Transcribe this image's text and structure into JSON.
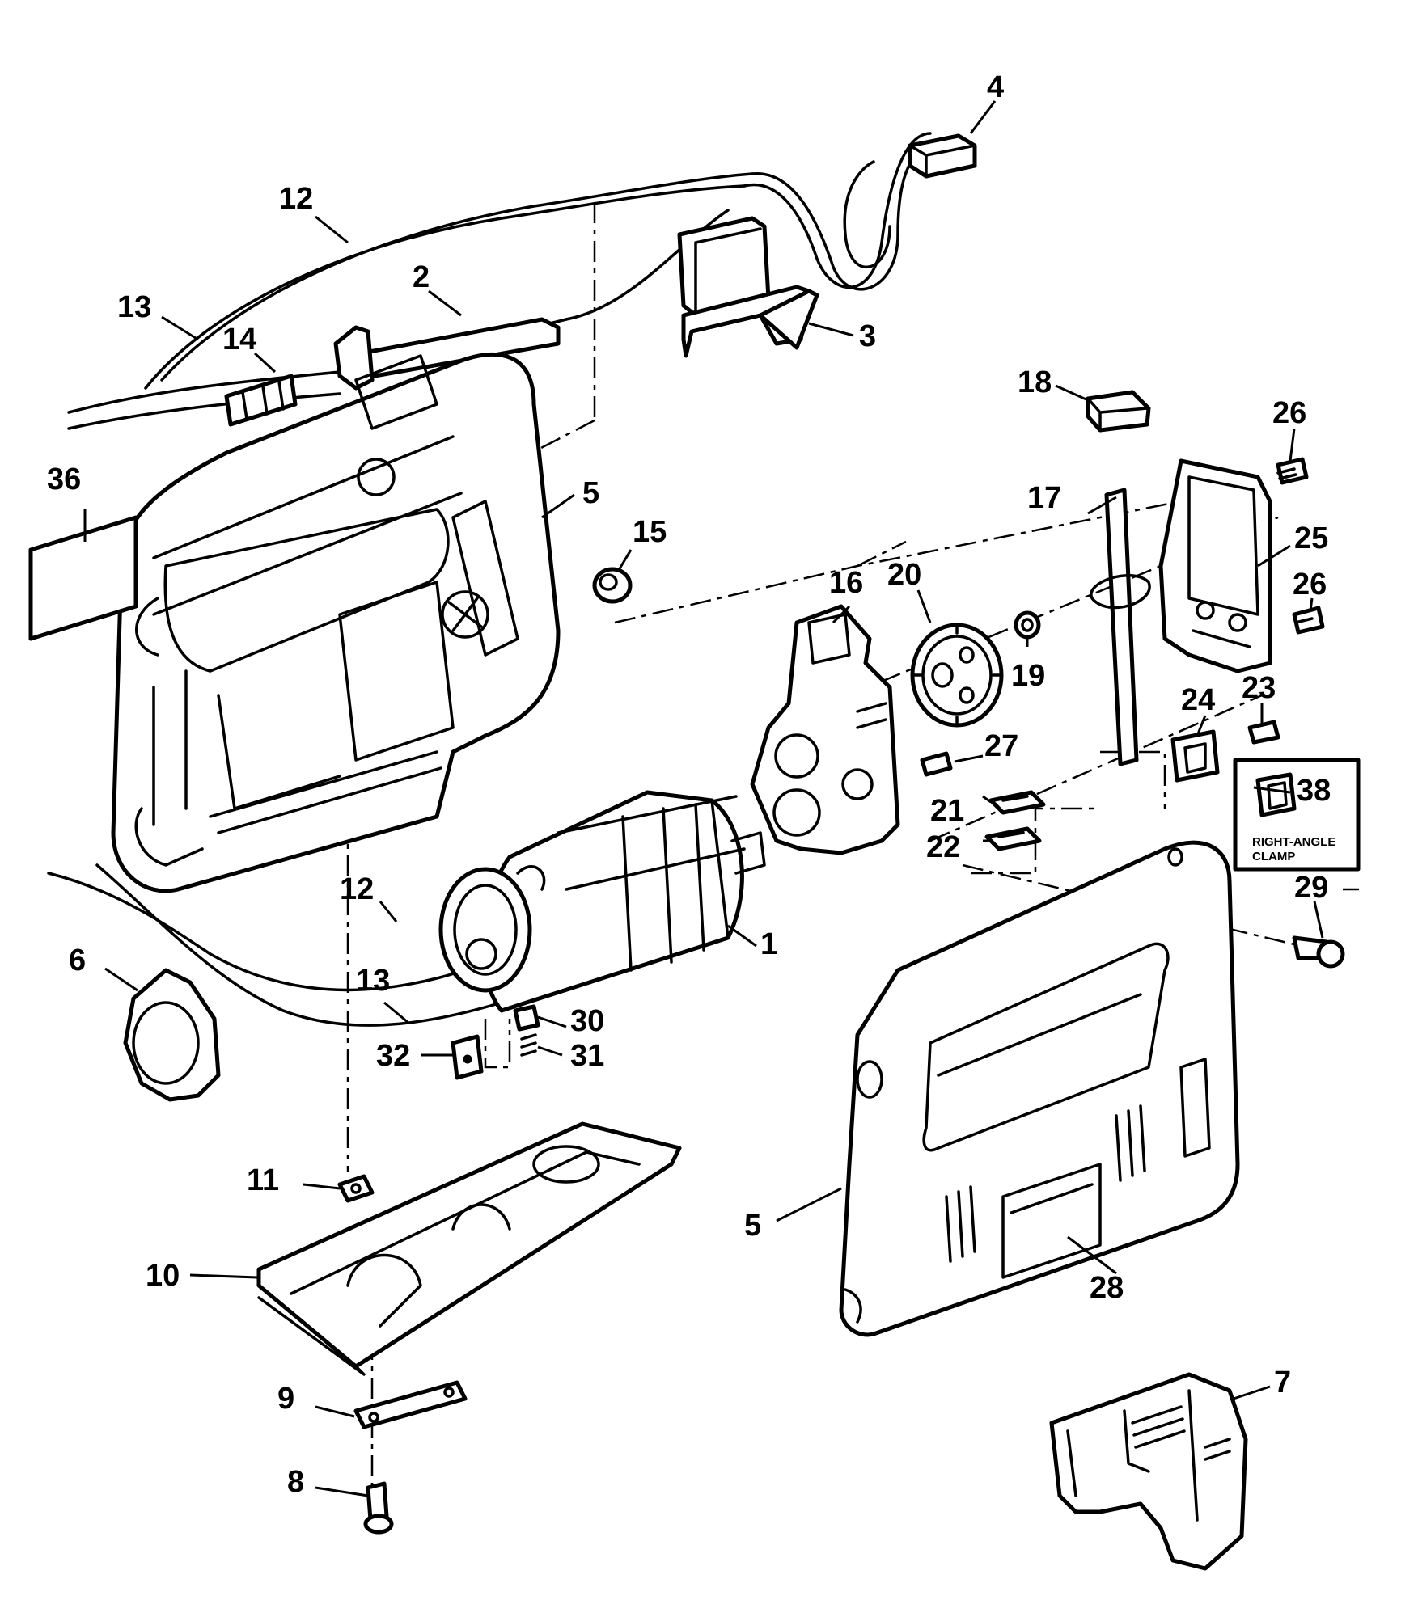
{
  "inset": {
    "caption_line1": "RIGHT-ANGLE",
    "caption_line2": "CLAMP"
  },
  "callouts": [
    {
      "id": "c4",
      "text": "4"
    },
    {
      "id": "c12a",
      "text": "12"
    },
    {
      "id": "c2",
      "text": "2"
    },
    {
      "id": "c13a",
      "text": "13"
    },
    {
      "id": "c14",
      "text": "14"
    },
    {
      "id": "c3",
      "text": "3"
    },
    {
      "id": "c18",
      "text": "18"
    },
    {
      "id": "c26a",
      "text": "26"
    },
    {
      "id": "c36",
      "text": "36"
    },
    {
      "id": "c5a",
      "text": "5"
    },
    {
      "id": "c15",
      "text": "15"
    },
    {
      "id": "c17",
      "text": "17"
    },
    {
      "id": "c25",
      "text": "25"
    },
    {
      "id": "c16",
      "text": "16"
    },
    {
      "id": "c20",
      "text": "20"
    },
    {
      "id": "c26b",
      "text": "26"
    },
    {
      "id": "c19",
      "text": "19"
    },
    {
      "id": "c23",
      "text": "23"
    },
    {
      "id": "c24",
      "text": "24"
    },
    {
      "id": "c27",
      "text": "27"
    },
    {
      "id": "c38",
      "text": "38"
    },
    {
      "id": "c21",
      "text": "21"
    },
    {
      "id": "c22",
      "text": "22"
    },
    {
      "id": "c12b",
      "text": "12"
    },
    {
      "id": "c1",
      "text": "1"
    },
    {
      "id": "c29",
      "text": "29"
    },
    {
      "id": "c6",
      "text": "6"
    },
    {
      "id": "c13b",
      "text": "13"
    },
    {
      "id": "c30",
      "text": "30"
    },
    {
      "id": "c32",
      "text": "32"
    },
    {
      "id": "c31",
      "text": "31"
    },
    {
      "id": "c11",
      "text": "11"
    },
    {
      "id": "c10",
      "text": "10"
    },
    {
      "id": "c5b",
      "text": "5"
    },
    {
      "id": "c28",
      "text": "28"
    },
    {
      "id": "c9",
      "text": "9"
    },
    {
      "id": "c8",
      "text": "8"
    },
    {
      "id": "c7",
      "text": "7"
    }
  ]
}
